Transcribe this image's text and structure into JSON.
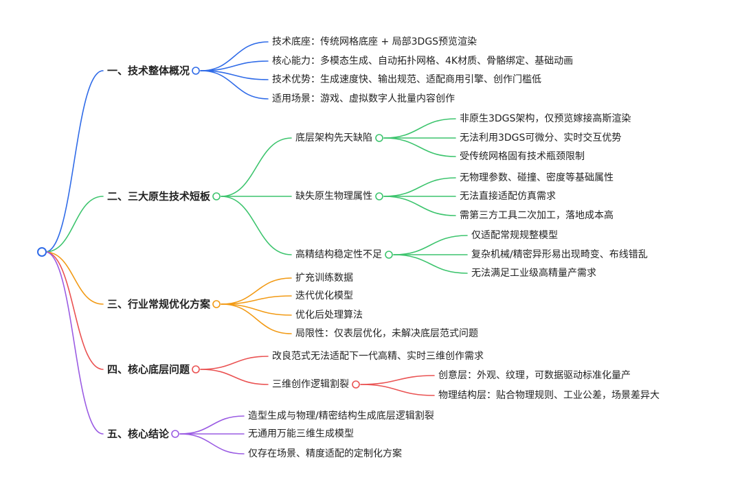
{
  "mindmap": {
    "colors": {
      "root": "#2f6be8",
      "blue": "#2f6be8",
      "green": "#3cc46d",
      "orange": "#f29a14",
      "red": "#ea5252",
      "purple": "#9a5be3"
    },
    "branches": [
      {
        "title": "一、技术整体概况",
        "color_key": "blue",
        "children": [
          {
            "label": "技术底座：传统网格底座 + 局部3DGS预览渲染"
          },
          {
            "label": "核心能力：多模态生成、自动拓扑网格、4K材质、骨骼绑定、基础动画"
          },
          {
            "label": "技术优势：生成速度快、输出规范、适配商用引擎、创作门槛低"
          },
          {
            "label": "适用场景：游戏、虚拟数字人批量内容创作"
          }
        ]
      },
      {
        "title": "二、三大原生技术短板",
        "color_key": "green",
        "children": [
          {
            "label": "底层架构先天缺陷",
            "children": [
              {
                "label": "非原生3DGS架构，仅预览嫁接高斯渲染"
              },
              {
                "label": "无法利用3DGS可微分、实时交互优势"
              },
              {
                "label": "受传统网格固有技术瓶颈限制"
              }
            ]
          },
          {
            "label": "缺失原生物理属性",
            "children": [
              {
                "label": "无物理参数、碰撞、密度等基础属性"
              },
              {
                "label": "无法直接适配仿真需求"
              },
              {
                "label": "需第三方工具二次加工，落地成本高"
              }
            ]
          },
          {
            "label": "高精结构稳定性不足",
            "children": [
              {
                "label": "仅适配常规规整模型"
              },
              {
                "label": "复杂机械/精密异形易出现畸变、布线错乱"
              },
              {
                "label": "无法满足工业级高精量产需求"
              }
            ]
          }
        ]
      },
      {
        "title": "三、行业常规优化方案",
        "color_key": "orange",
        "children": [
          {
            "label": "扩充训练数据"
          },
          {
            "label": "迭代优化模型"
          },
          {
            "label": "优化后处理算法"
          },
          {
            "label": "局限性：仅表层优化，未解决底层范式问题"
          }
        ]
      },
      {
        "title": "四、核心底层问题",
        "color_key": "red",
        "children": [
          {
            "label": "改良范式无法适配下一代高精、实时三维创作需求"
          },
          {
            "label": "三维创作逻辑割裂",
            "children": [
              {
                "label": "创意层：外观、纹理，可数据驱动标准化量产"
              },
              {
                "label": "物理结构层：贴合物理规则、工业公差，场景差异大"
              }
            ]
          }
        ]
      },
      {
        "title": "五、核心结论",
        "color_key": "purple",
        "children": [
          {
            "label": "造型生成与物理/精密结构生成底层逻辑割裂"
          },
          {
            "label": "无通用万能三维生成模型"
          },
          {
            "label": "仅存在场景、精度适配的定制化方案"
          }
        ]
      }
    ]
  }
}
